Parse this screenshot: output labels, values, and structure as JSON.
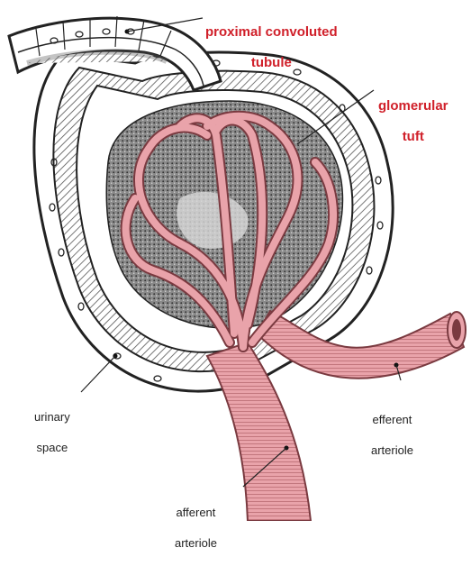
{
  "labels": {
    "proximal_convoluted_tubule": {
      "line1": "proximal convoluted",
      "line2": "tubule"
    },
    "glomerular_tuft": {
      "line1": "glomerular",
      "line2": "tuft"
    },
    "urinary_space": {
      "line1": "urinary",
      "line2": "space"
    },
    "efferent_arteriole": {
      "line1": "efferent",
      "line2": "arteriole"
    },
    "afferent_arteriole": {
      "line1": "afferent",
      "line2": "arteriole"
    }
  },
  "colors": {
    "label_accent": "#d0202a",
    "vessel_pink": "#e9a3aa",
    "vessel_dark": "#7a3a40",
    "hatch": "#555555",
    "outline": "#222222"
  }
}
